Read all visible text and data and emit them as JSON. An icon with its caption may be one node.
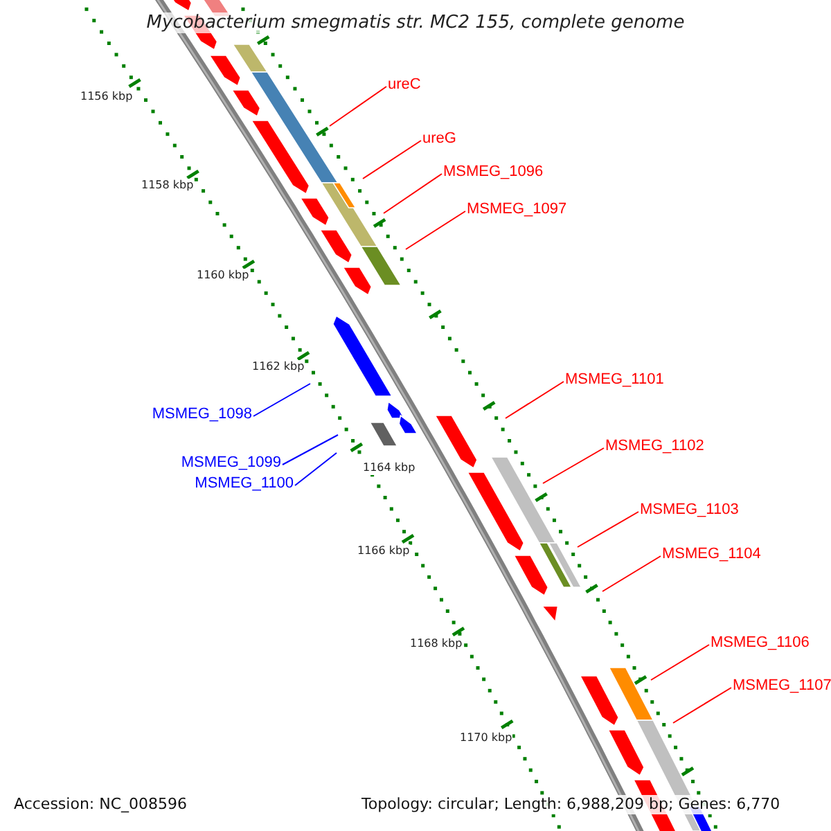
{
  "diagram": {
    "title": "Mycobacterium smegmatis str. MC2 155, complete genome",
    "nodes": [
      {
        "text": [
          "ureC"
        ]
      },
      {
        "text": [
          "ureG"
        ]
      },
      {
        "text": [
          "MSMEG_1096"
        ]
      },
      {
        "text": [
          "MSMEG_1097"
        ]
      },
      {
        "text": [
          "MSMEG_1098"
        ]
      },
      {
        "text": [
          "MSMEG_1099"
        ]
      },
      {
        "text": [
          "MSMEG_1100"
        ]
      },
      {
        "text": [
          "MSMEG_1101"
        ]
      },
      {
        "text": [
          "MSMEG_1102"
        ]
      },
      {
        "text": [
          "MSMEG_1103"
        ]
      },
      {
        "text": [
          "MSMEG_1104"
        ]
      },
      {
        "text": [
          "MSMEG_1106"
        ]
      },
      {
        "text": [
          "MSMEG_1107"
        ]
      }
    ],
    "edges": [
      {
        "from": 0,
        "to": null,
        "arrow": "none"
      },
      {
        "from": 1,
        "to": null,
        "arrow": "none"
      },
      {
        "from": 2,
        "to": null,
        "arrow": "none"
      },
      {
        "from": 3,
        "to": null,
        "arrow": "none"
      },
      {
        "from": 4,
        "to": null,
        "arrow": "none",
        "color": "#0000ff"
      },
      {
        "from": 5,
        "to": null,
        "arrow": "none",
        "color": "#0000ff"
      },
      {
        "from": 6,
        "to": null,
        "arrow": "none",
        "color": "#0000ff"
      },
      {
        "from": 7,
        "to": null,
        "arrow": "none"
      },
      {
        "from": 8,
        "to": null,
        "arrow": "none"
      },
      {
        "from": 9,
        "to": null,
        "arrow": "none"
      },
      {
        "from": 10,
        "to": null,
        "arrow": "none"
      },
      {
        "from": 11,
        "to": null,
        "arrow": "none"
      },
      {
        "from": 12,
        "to": null,
        "arrow": "none"
      }
    ],
    "labels": [
      "1156 kbp",
      "1158 kbp",
      "1160 kbp",
      "1162 kbp",
      "1164 kbp",
      "1166 kbp",
      "1168 kbp",
      "1170 kbp",
      "Accession: NC_008596",
      "Topology: circular; Length: 6,988,209 bp; Genes: 6,770"
    ]
  }
}
